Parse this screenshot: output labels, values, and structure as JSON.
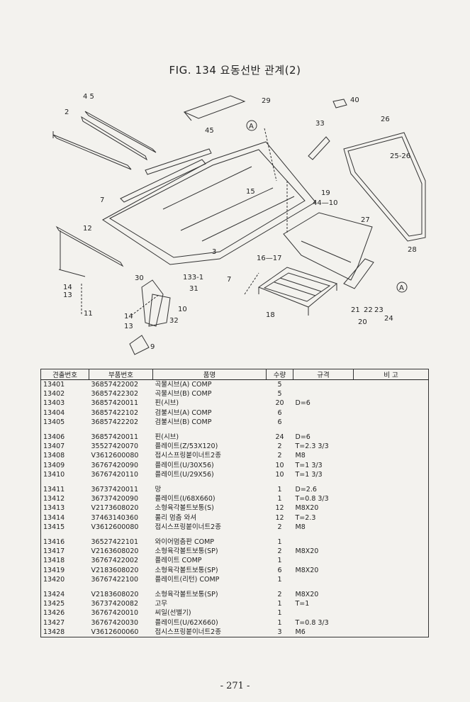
{
  "title": "FIG. 134 요동선반 관계(2)",
  "diagram_labels": {
    "l_4_5": "4  5",
    "l_2": "2",
    "l_29": "29",
    "l_40": "40",
    "l_33": "33",
    "l_26": "26",
    "l_25_26": "25-26",
    "l_45": "45",
    "l_a1": "A",
    "l_15": "15",
    "l_19": "19",
    "l_44_10": "44—10",
    "l_7a": "7",
    "l_12": "12",
    "l_27": "27",
    "l_3": "3",
    "l_16_17": "16—17",
    "l_28": "28",
    "l_a2": "A",
    "l_133_1": "133-1",
    "l_7b": "7",
    "l_30": "30",
    "l_31": "31",
    "l_14a": "14",
    "l_13a": "13",
    "l_11": "11",
    "l_10": "10",
    "l_14b": "14",
    "l_13b": "13",
    "l_32": "32",
    "l_9": "9",
    "l_18": "18",
    "l_21": "21",
    "l_22": "22",
    "l_23": "23",
    "l_24": "24",
    "l_20": "20"
  },
  "table": {
    "headers": [
      "견출번호",
      "부품번호",
      "품명",
      "수량",
      "규격",
      "비 고"
    ],
    "rows": [
      {
        "no": "13401",
        "part": "36857422002",
        "name": "곡물시브(A) COMP",
        "qty": "5",
        "spec": ""
      },
      {
        "no": "13402",
        "part": "36857422302",
        "name": "곡물시브(B) COMP",
        "qty": "5",
        "spec": ""
      },
      {
        "no": "13403",
        "part": "36857420011",
        "name": "핀(시브)",
        "qty": "20",
        "spec": "D=6"
      },
      {
        "no": "13404",
        "part": "36857422102",
        "name": "검불시브(A) COMP",
        "qty": "6",
        "spec": ""
      },
      {
        "no": "13405",
        "part": "36857422202",
        "name": "검불시브(B) COMP",
        "qty": "6",
        "spec": ""
      },
      {
        "gap": true
      },
      {
        "no": "13406",
        "part": "36857420011",
        "name": "핀(시브)",
        "qty": "24",
        "spec": "D=6"
      },
      {
        "no": "13407",
        "part": "35527420070",
        "name": "플레이트(Z/53X120)",
        "qty": "2",
        "spec": "T=2.3 3/3"
      },
      {
        "no": "13408",
        "part": "V3612600080",
        "name": "접시스프링붙이너트2종",
        "qty": "2",
        "spec": "M8"
      },
      {
        "no": "13409",
        "part": "36767420090",
        "name": "플레이트(U/30X56)",
        "qty": "10",
        "spec": "T=1 3/3"
      },
      {
        "no": "13410",
        "part": "36767420110",
        "name": "플레이트(U/29X56)",
        "qty": "10",
        "spec": "T=1 3/3"
      },
      {
        "gap": true
      },
      {
        "no": "13411",
        "part": "36737420011",
        "name": "망",
        "qty": "1",
        "spec": "D=2.6"
      },
      {
        "no": "13412",
        "part": "36737420090",
        "name": "플레이트(I/68X660)",
        "qty": "1",
        "spec": "T=0.8 3/3"
      },
      {
        "no": "13413",
        "part": "V2173608020",
        "name": "소형육각볼트보통(S)",
        "qty": "12",
        "spec": "M8X20"
      },
      {
        "no": "13414",
        "part": "37463140360",
        "name": "풀리 멈춤 와셔",
        "qty": "12",
        "spec": "T=2.3"
      },
      {
        "no": "13415",
        "part": "V3612600080",
        "name": "접시스프링붙이너트2종",
        "qty": "2",
        "spec": "M8"
      },
      {
        "gap": true
      },
      {
        "no": "13416",
        "part": "36527422101",
        "name": "와이어멈춤판  COMP",
        "qty": "1",
        "spec": ""
      },
      {
        "no": "13417",
        "part": "V2163608020",
        "name": "소형육각볼트보통(SP)",
        "qty": "2",
        "spec": "M8X20"
      },
      {
        "no": "13418",
        "part": "36767422002",
        "name": "플레이트  COMP",
        "qty": "1",
        "spec": ""
      },
      {
        "no": "13419",
        "part": "V2183608020",
        "name": "소형육각볼트보통(SP)",
        "qty": "6",
        "spec": "M8X20"
      },
      {
        "no": "13420",
        "part": "36767422100",
        "name": "플레이트(리턴)  COMP",
        "qty": "1",
        "spec": ""
      },
      {
        "gap": true
      },
      {
        "no": "13424",
        "part": "V2183608020",
        "name": "소형육각볼트보통(SP)",
        "qty": "2",
        "spec": "M8X20"
      },
      {
        "no": "13425",
        "part": "36737420082",
        "name": "고무",
        "qty": "1",
        "spec": "T=1"
      },
      {
        "no": "13426",
        "part": "36767420010",
        "name": "씨일(선별기)",
        "qty": "1",
        "spec": ""
      },
      {
        "no": "13427",
        "part": "36767420030",
        "name": "플레이트(U/62X660)",
        "qty": "1",
        "spec": "T=0.8 3/3"
      },
      {
        "no": "13428",
        "part": "V3612600060",
        "name": "접시스프링붙이너트2종",
        "qty": "3",
        "spec": "M6"
      }
    ]
  },
  "page_number": "- 271 -"
}
